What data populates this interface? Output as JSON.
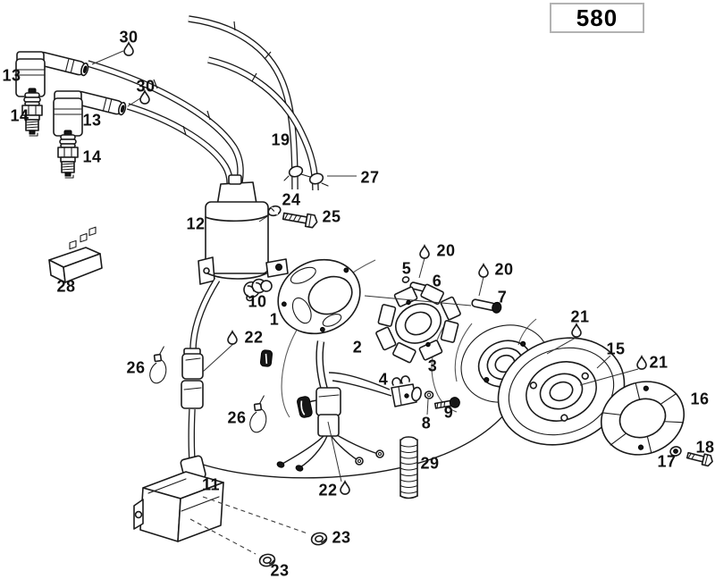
{
  "header": {
    "model": "580"
  },
  "colors": {
    "ink": "#1a1a1a",
    "background": "#ffffff",
    "header_border": "#b3b3b3",
    "ghost_line": "#5a5a5a"
  },
  "icons": {
    "lubricant_drop": "teardrop-outline"
  },
  "callouts": {
    "n30a": "30",
    "n13a": "13",
    "n14a": "14",
    "n30b": "30",
    "n13b": "13",
    "n14b": "14",
    "n19": "19",
    "n27": "27",
    "n12": "12",
    "n24": "24",
    "n25": "25",
    "n28": "28",
    "n10": "10",
    "n1": "1",
    "n5": "5",
    "n6": "6",
    "n20a": "20",
    "n20b": "20",
    "n7": "7",
    "n2": "2",
    "n3": "3",
    "n21a": "21",
    "n15": "15",
    "n21b": "21",
    "n16": "16",
    "n22a": "22",
    "n26a": "26",
    "n26b": "26",
    "n4": "4",
    "n9": "9",
    "n8": "8",
    "n29": "29",
    "n22b": "22",
    "n11": "11",
    "n23a": "23",
    "n23b": "23",
    "n17": "17",
    "n18": "18"
  }
}
